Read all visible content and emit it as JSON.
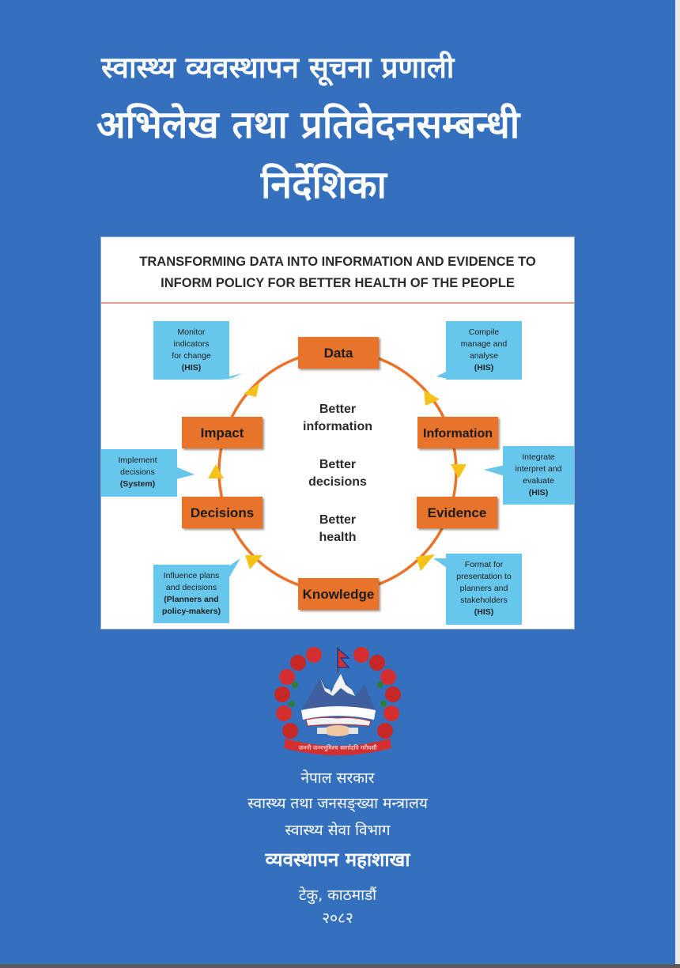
{
  "title": {
    "line1": "स्वास्थ्य व्यवस्थापन सूचना प्रणाली",
    "line2": "अभिलेख तथा प्रतिवेदनसम्बन्धी",
    "line3": "निर्देशिका"
  },
  "figure": {
    "heading_line1": "TRANSFORMING DATA INTO INFORMATION AND EVIDENCE TO",
    "heading_line2": "INFORM POLICY FOR BETTER HEALTH OF THE PEOPLE",
    "stages": {
      "data": "Data",
      "information": "Information",
      "evidence": "Evidence",
      "knowledge": "Knowledge",
      "decisions": "Decisions",
      "impact": "Impact"
    },
    "center": {
      "c1a": "Better",
      "c1b": "information",
      "c2a": "Better",
      "c2b": "decisions",
      "c3a": "Better",
      "c3b": "health"
    },
    "callouts": {
      "monitor": [
        "Monitor",
        "indicators",
        "for change",
        "(HIS)"
      ],
      "compile": [
        "Compile",
        "manage and",
        "analyse",
        "(HIS)"
      ],
      "integrate": [
        "Integrate",
        "interpret and",
        "evaluate",
        "(HIS)"
      ],
      "format": [
        "Format for",
        "presentation to",
        "planners and",
        "stakeholders",
        "(HIS)"
      ],
      "influence": [
        "Influence plans",
        "and decisions",
        "(Planners and",
        "policy-makers)"
      ],
      "implement": [
        "Implement",
        "decisions",
        "(System)"
      ]
    }
  },
  "emblem": {
    "motto": "जननी जन्मभूमिश्च स्वर्गादपि गरीयसी"
  },
  "government": {
    "line1": "नेपाल सरकार",
    "line2": "स्वास्थ्य तथा जनसङ्ख्या मन्त्रालय",
    "line3": "स्वास्थ्य सेवा विभाग",
    "line4": "व्यवस्थापन महाशाखा",
    "line5": "टेकु, काठमाडौं",
    "line6": "२०८२"
  },
  "colors": {
    "page_bg": "#3470BE",
    "stage_box": "#E8732A",
    "callout_box": "#66C6EC",
    "arrow": "#F5C21A",
    "ring": "#E8732A"
  }
}
